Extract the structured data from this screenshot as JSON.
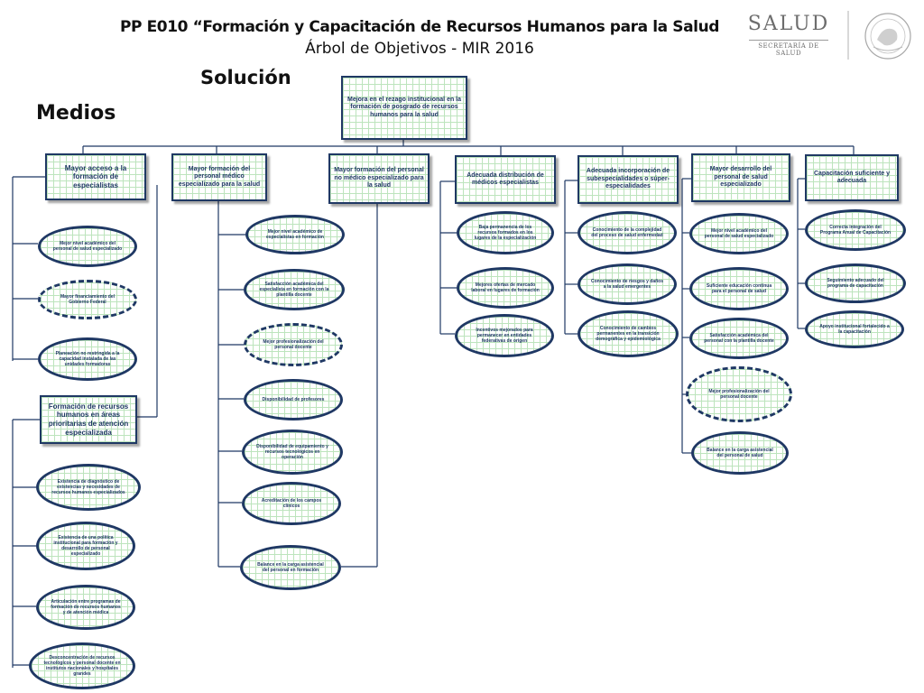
{
  "header": {
    "title_line1": "PP E010 “Formación y Capacitación de Recursos Humanos para la Salud",
    "title_line2": "Árbol de Objetivos  -  MIR 2016",
    "logo_text": "SALUD",
    "logo_subtext": "SECRETARÍA DE SALUD"
  },
  "labels": {
    "solucion": "Solución",
    "medios": "Medios"
  },
  "root": "Mejora en el rezago institucional en la formación de posgrado de recursos humanos para la salud",
  "branches": [
    {
      "title": "Mayor acceso a la formación de especialistas",
      "items": [
        {
          "text": "Mejor nivel académico del personal de salud especializado",
          "dashed": false
        },
        {
          "text": "Mayor financiamiento del Gobierno Federal",
          "dashed": true
        },
        {
          "text": "Planeación no restringida a la capacidad instalada de las unidades formadoras",
          "dashed": false
        }
      ]
    },
    {
      "title": "Formación de recursos humanos en áreas prioritarias de atención especializada",
      "items": [
        {
          "text": "Existencia de  diagnóstico de existencias y necesidades de recursos humanos especializados",
          "dashed": false
        },
        {
          "text": "Existencia de una política institucional para formación y desarrollo de personal especializado",
          "dashed": false
        },
        {
          "text": "Articulación entre programas de formación de recursos humanos  y de atención médica",
          "dashed": false
        },
        {
          "text": "Desconcentración de recursos tecnológicos y personal docente en institutos nacionales y hospitales grandes",
          "dashed": false
        }
      ]
    },
    {
      "title": "Mayor formación del personal médico especializado para la salud",
      "items": [
        {
          "text": "Mejor nivel académico de especialistas en formación",
          "dashed": false
        },
        {
          "text": "Satisfacción académica del especialista en formación con la plantilla docente",
          "dashed": false
        },
        {
          "text": "Mejor profesionalización del personal docente",
          "dashed": true
        },
        {
          "text": "Disponibilidad de profesores",
          "dashed": false
        },
        {
          "text": "Disponibilidad de equipamiento y recursos tecnológicos en  operación",
          "dashed": false
        },
        {
          "text": "Acreditación de los campos clínicos",
          "dashed": false
        },
        {
          "text": "Balance en la  carga asistencial del personal en formación",
          "dashed": false
        }
      ]
    },
    {
      "title": "Mayor formación del personal no médico especializado para la salud",
      "items": []
    },
    {
      "title": "Adecuada distribución de médicos especialistas",
      "items": [
        {
          "text": "Baja permanencia de los recursos formados en los lugares de la especialización",
          "dashed": false
        },
        {
          "text": "Mejores ofertas de mercado laboral en lugares de formación",
          "dashed": false
        },
        {
          "text": "Incentivos mejorados para permanecer en entidades federativas de origen",
          "dashed": false
        }
      ]
    },
    {
      "title": "Adecuada incorporación de subespecialidades o súper-especialidades",
      "items": [
        {
          "text": "Conocimiento de la complejidad del proceso de salud enfermedad",
          "dashed": false
        },
        {
          "text": "Conocimiento de riesgos y daños a la salud emergentes",
          "dashed": false
        },
        {
          "text": "Conocimiento de cambios permanentes en la transición demográfica y epidemiológica",
          "dashed": false
        }
      ]
    },
    {
      "title": "Mayor desarrollo del personal de salud especializado",
      "items": [
        {
          "text": "Mejor nivel académico del personal de salud especializado",
          "dashed": false
        },
        {
          "text": "Suficiente educación continua para el personal de salud",
          "dashed": false
        },
        {
          "text": "Satisfacción académica del personal con la plantilla docente",
          "dashed": false
        },
        {
          "text": "Mejor profesionalización del personal docente",
          "dashed": true
        },
        {
          "text": "Balance en la carga asistencial del personal de salud",
          "dashed": false
        }
      ]
    },
    {
      "title": "Capacitación suficiente y adecuada",
      "items": [
        {
          "text": "Correcta integración del Programa Anual de Capacitación",
          "dashed": false
        },
        {
          "text": "Seguimiento adecuado del programa de capacitación",
          "dashed": false
        },
        {
          "text": "Apoyo institucional fortalecido a la capacitación",
          "dashed": false
        }
      ]
    }
  ]
}
